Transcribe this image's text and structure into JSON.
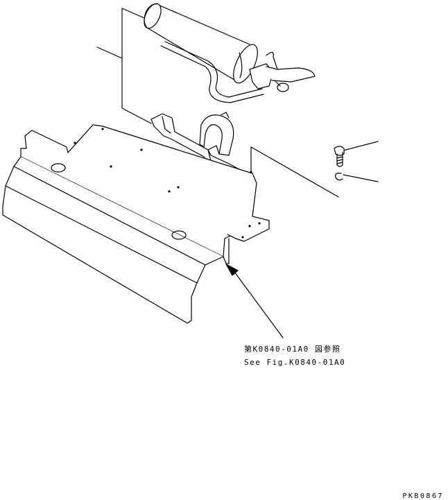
{
  "diagram": {
    "reference_note": {
      "japanese": "第K0840-01A0 図参照",
      "english": "See Fig.K0840-01A0"
    },
    "drawing_code": "PKB0867",
    "colors": {
      "line": "#000000",
      "background": "#ffffff"
    },
    "parts": [
      "fire-extinguisher",
      "extinguisher-bracket",
      "band-clamp",
      "cover-plate",
      "bolt",
      "washer"
    ]
  }
}
